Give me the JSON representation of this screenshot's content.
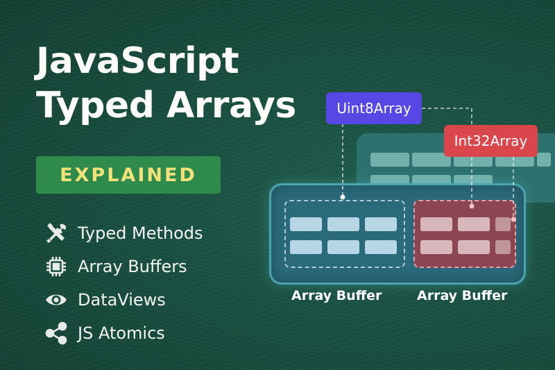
{
  "title": {
    "line1": "JavaScript",
    "line2": "Typed Arrays"
  },
  "badge": "EXPLAINED",
  "features": [
    {
      "label": "Typed Methods",
      "icon": "tools-icon"
    },
    {
      "label": "Array Buffers",
      "icon": "chip-icon"
    },
    {
      "label": "DataViews",
      "icon": "eye-icon"
    },
    {
      "label": "JS Atomics",
      "icon": "share-icon"
    }
  ],
  "diagram": {
    "tag_uint8": "Uint8Array",
    "tag_int32": "Int32Array",
    "buffer_label_left": "Array Buffer",
    "buffer_label_right": "Array Buffer"
  },
  "colors": {
    "background": "#184f40",
    "badge_bg": "#2e8b4c",
    "badge_text": "#f1e27a",
    "uint8_tag": "#5747e4",
    "int32_tag": "#d9474c",
    "buffer_panel": "#2a6a7a",
    "int32_block": "#8c4652"
  }
}
